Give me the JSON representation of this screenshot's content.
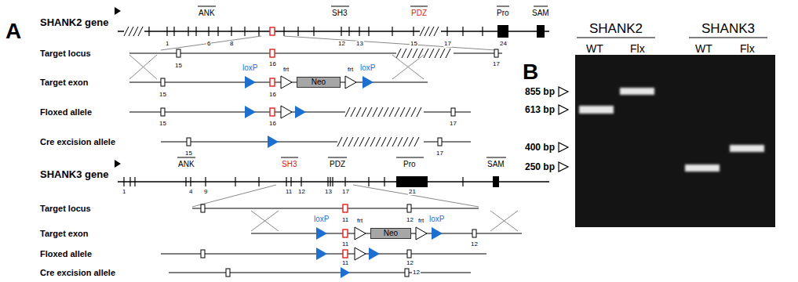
{
  "diagram": {
    "nodes": [
      {
        "text": [
          "Neo"
        ]
      },
      {
        "text": [
          "Neo"
        ]
      }
    ],
    "labels": [
      "A",
      "SHANK2 gene",
      "ANK",
      "SH3",
      "PDZ",
      "Pro",
      "SAM",
      "1",
      "6",
      "8",
      "12",
      "13",
      "15",
      "17",
      "24",
      "Target locus",
      "15",
      "16",
      "17",
      "Target exon",
      "loxP",
      "frt",
      "frt",
      "loxP",
      "15",
      "16",
      "Floxed allele",
      "15",
      "16",
      "17",
      "Cre excision allele",
      "15",
      "17",
      "SHANK3 gene",
      "ANK",
      "SH3",
      "PDZ",
      "Pro",
      "SAM",
      "1",
      "4",
      "9",
      "11",
      "12",
      "13",
      "17",
      "21",
      "Target locus",
      "11",
      "12",
      "Target exon",
      "loxP",
      "frt",
      "frt",
      "loxP",
      "11",
      "12",
      "Floxed allele",
      "11",
      "12",
      "Cre excision allele",
      "12",
      "B",
      "SHANK2",
      "SHANK3",
      "WT",
      "Flx",
      "WT",
      "Flx",
      "855 bp",
      "613 bp",
      "400 bp",
      "250 bp"
    ]
  }
}
